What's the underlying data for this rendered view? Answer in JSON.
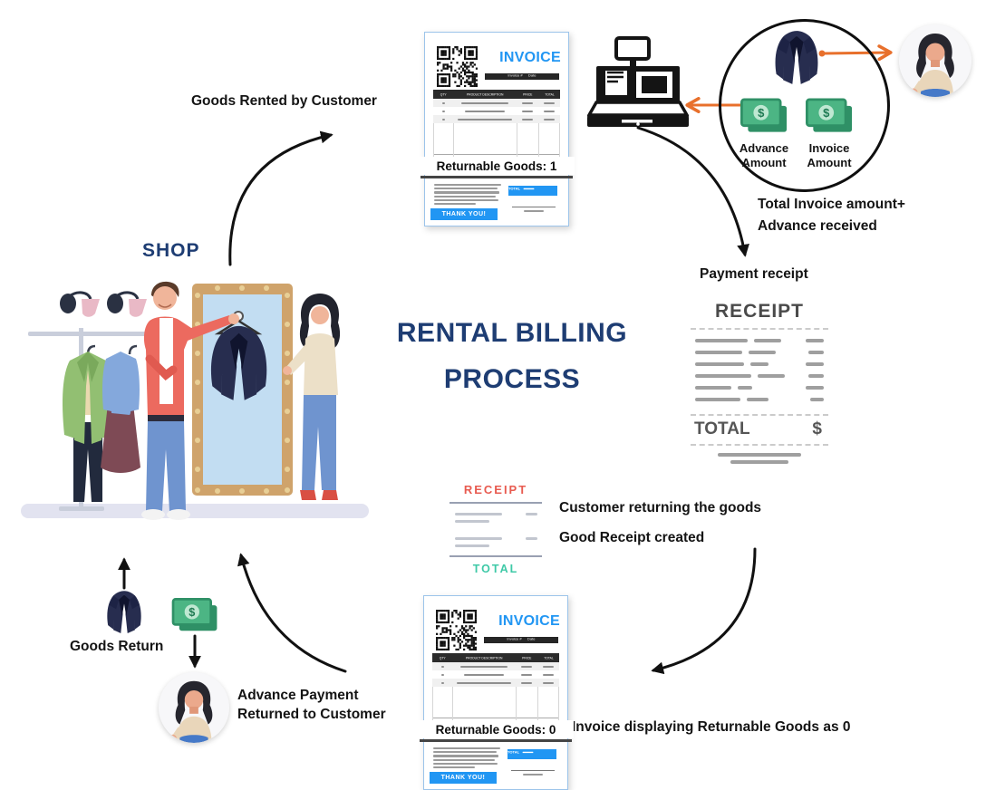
{
  "title": {
    "line1": "RENTAL BILLING",
    "line2": "PROCESS"
  },
  "shop": {
    "label": "SHOP"
  },
  "labels": {
    "goods_rented": "Goods Rented by Customer",
    "total_invoice_line1": "Total Invoice amount+",
    "total_invoice_line2": "Advance received",
    "payment_receipt": "Payment receipt",
    "customer_returning": "Customer returning the goods",
    "good_receipt": "Good Receipt created",
    "invoice_zero": "Invoice displaying Returnable Goods as 0",
    "goods_return": "Goods Return",
    "advance_line1": "Advance Payment",
    "advance_line2": "Returned to Customer",
    "advance_amount_line1": "Advance",
    "advance_amount_line2": "Amount",
    "invoice_amount_line1": "Invoice",
    "invoice_amount_line2": "Amount"
  },
  "invoice_top": {
    "title": "INVOICE",
    "meta_invoice": "Invoice #",
    "meta_date": "Date",
    "columns": [
      "QTY",
      "PRODUCT DESCRIPTION",
      "PRICE",
      "TOTAL"
    ],
    "returnable": "Returnable Goods: 1",
    "total_label": "TOTAL",
    "thank_you": "THANK YOU!"
  },
  "invoice_bottom": {
    "title": "INVOICE",
    "meta_invoice": "Invoice #",
    "meta_date": "Date",
    "columns": [
      "QTY",
      "PRODUCT DESCRIPTION",
      "PRICE",
      "TOTAL"
    ],
    "returnable": "Returnable Goods: 0",
    "total_label": "TOTAL",
    "thank_you": "THANK YOU!"
  },
  "receipt_payment": {
    "title": "RECEIPT",
    "total_label": "TOTAL",
    "currency": "$"
  },
  "receipt_good": {
    "title": "RECEIPT",
    "total_label": "TOTAL"
  },
  "colors": {
    "navy": "#1e3d73",
    "invoice_blue": "#2196f3",
    "receipt_red": "#e85b50",
    "teal": "#3fc9a7",
    "money_green": "#4cb584",
    "orange_arrow": "#e8702c",
    "black_arrow": "#111111"
  }
}
